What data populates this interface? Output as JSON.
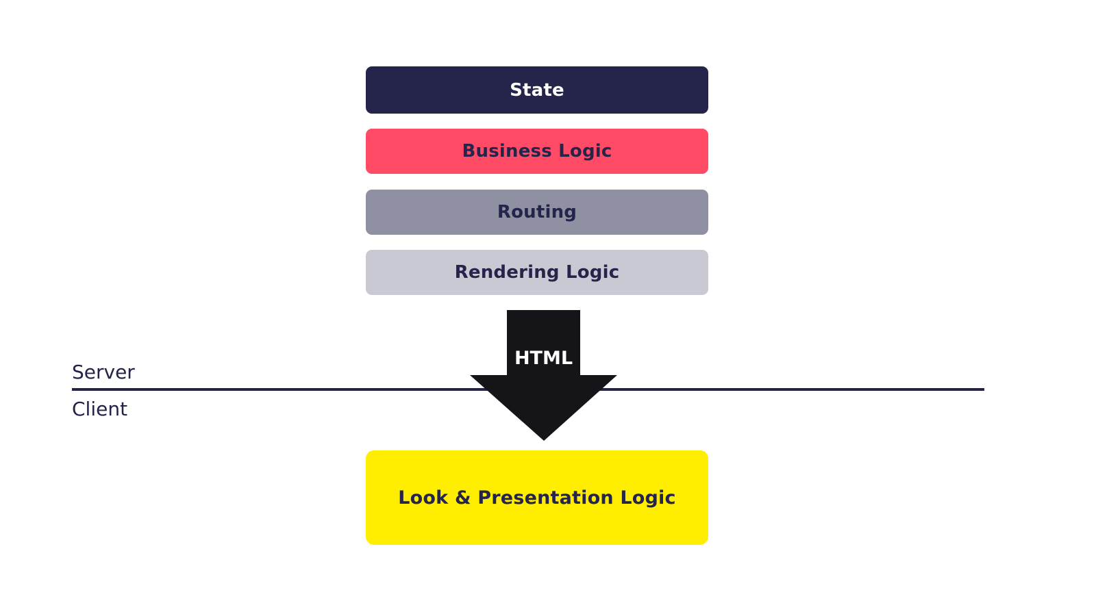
{
  "layers": {
    "state": {
      "label": "State",
      "bg": "#25244a",
      "fg": "#ffffff"
    },
    "business_logic": {
      "label": "Business Logic",
      "bg": "#ff4b66",
      "fg": "#25244a"
    },
    "routing": {
      "label": "Routing",
      "bg": "#9090a3",
      "fg": "#25244a"
    },
    "rendering_logic": {
      "label": "Rendering Logic",
      "bg": "#c9c9d4",
      "fg": "#25244a"
    }
  },
  "arrow": {
    "label": "HTML",
    "color": "#151519"
  },
  "divider": {
    "server_label": "Server",
    "client_label": "Client",
    "color": "#23234a"
  },
  "client_box": {
    "label": "Look & Presentation Logic",
    "bg": "#ffee00",
    "fg": "#25244a"
  }
}
